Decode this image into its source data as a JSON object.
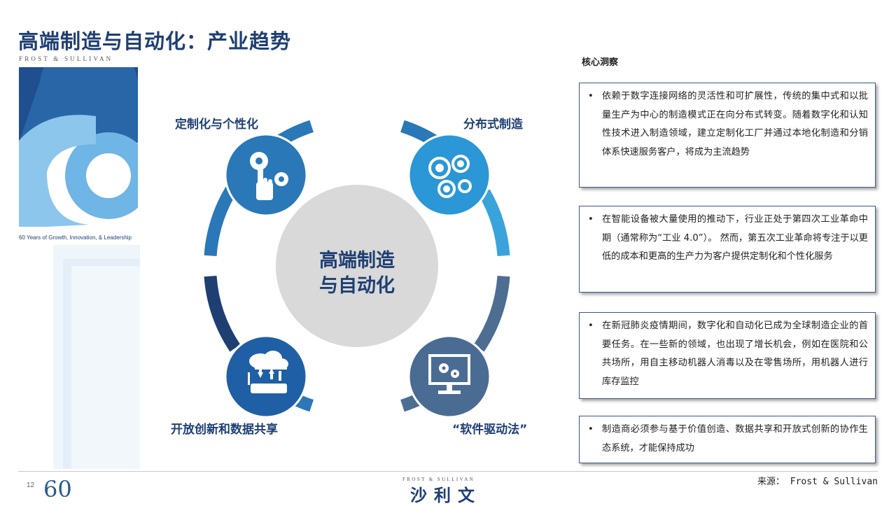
{
  "header": {
    "title": "高端制造与自动化：产业趋势",
    "brand": "FROST & SULLIVAN"
  },
  "hero": {
    "caption": "60 Years of Growth, Innovation, & Leadership"
  },
  "diagram": {
    "center": [
      "高端制造",
      "与自动化"
    ],
    "nodes": [
      {
        "label": "定制化与个性化",
        "icon": "gears-hand-icon"
      },
      {
        "label": "分布式制造",
        "icon": "gears-cluster-icon"
      },
      {
        "label": "开放创新和数据共享",
        "icon": "cloud-router-icon"
      },
      {
        "label": "“软件驱动法”",
        "icon": "monitor-gears-icon"
      }
    ]
  },
  "insights": {
    "header": "核心洞察",
    "bullet": "•",
    "items": [
      "依赖于数字连接网络的灵活性和可扩展性，传统的集中式和以批量生产为中心的制造模式正在向分布式转变。随着数字化和认知性技术进入制造领域，建立定制化工厂并通过本地化制造和分销体系快速服务客户，将成为主流趋势",
      "在智能设备被大量使用的推动下，行业正处于第四次工业革命中期（通常称为“工业 4.0”）。 然而，第五次工业革命将专注于以更低的成本和更高的生产力为客户提供定制化和个性化服务",
      "在新冠肺炎疫情期间，数字化和自动化已成为全球制造企业的首要任务。在一些新的领域，也出现了增长机会，例如在医院和公共场所，用自主移动机器人消毒以及在零售场所，用机器人进行库存监控",
      "制造商必须参与基于价值创造、数据共享和开放式创新的协作生态系统，才能保持成功"
    ]
  },
  "footer": {
    "page_number": "12",
    "logo_text": "60",
    "brand_small": "FROST & SULLIVAN",
    "brand_cn": "沙利文",
    "source": "来源： Frost & Sullivan"
  },
  "colors": {
    "navy": "#1f3f73",
    "blue": "#2a78b8",
    "lightblue": "#3aa3dc",
    "slate": "#4d6e91",
    "center": "#d9d9d9"
  }
}
